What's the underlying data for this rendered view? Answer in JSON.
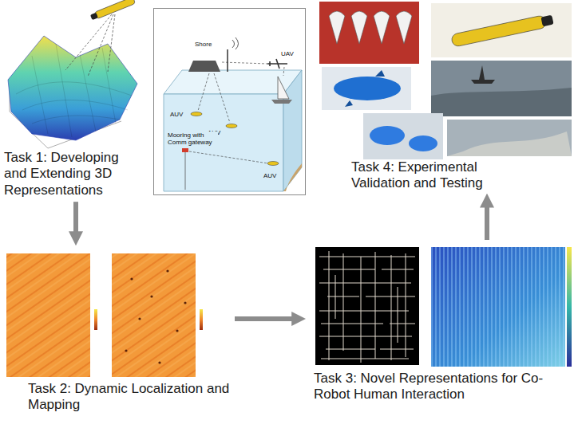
{
  "diagram": {
    "nodes": [
      {
        "text": [
          "Task 1: Developing and Extending 3D Representations"
        ]
      },
      {
        "text": [
          "Shore",
          "UAV",
          "AUV",
          "AUV",
          "Mooring with Comm gateway",
          "AUV"
        ]
      },
      {
        "text": [
          "Task 4: Experimental Validation and Testing"
        ]
      },
      {
        "text": [
          "Task 2: Dynamic Localization and Mapping"
        ]
      },
      {
        "text": [
          "Task 3: Novel Representations for Co-Robot Human Interaction"
        ]
      }
    ],
    "edges": [
      {
        "from": 0,
        "to": 3,
        "arrow": "to"
      },
      {
        "from": 3,
        "to": 4,
        "arrow": "to"
      },
      {
        "from": 4,
        "to": 2,
        "arrow": "to"
      }
    ]
  }
}
